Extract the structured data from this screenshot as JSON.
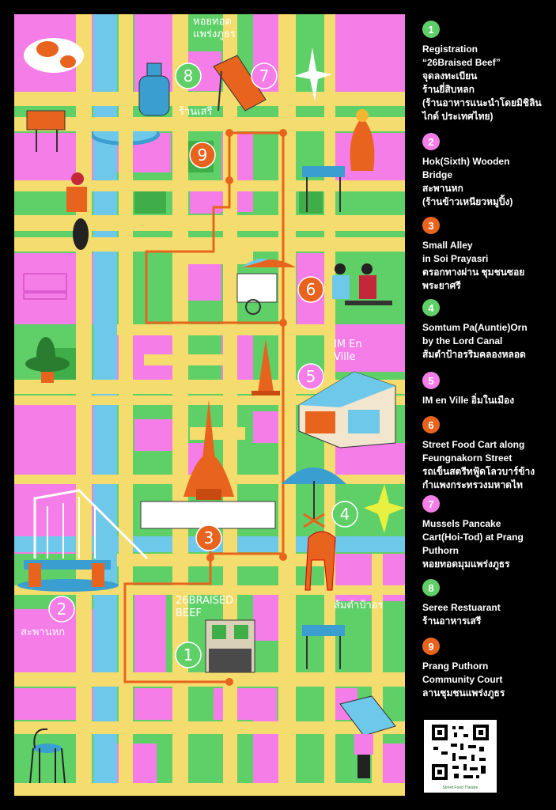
{
  "colors": {
    "green": "#5fd068",
    "pink": "#f57de8",
    "road": "#f5dc6e",
    "canal": "#6ec8ea",
    "route": "#e8641e",
    "black": "#000000"
  },
  "map_labels": {
    "hoitod": "หอยทอด\nแพร่งภูธร",
    "seree": "ร้านเสรี",
    "imenville": "IM En\nVille",
    "braised": "26BRAISED\nBEEF",
    "bridge": "สะพานหก",
    "somtum": "ส้มตำป้าอร"
  },
  "markers": [
    "1",
    "2",
    "3",
    "4",
    "5",
    "6",
    "7",
    "8",
    "9"
  ],
  "legend": [
    {
      "num": "1",
      "color": "#5fd068",
      "text": "Registration\n“26Braised Beef”\nจุดลงทะเบียน\n ร้านยี่สิบหลก\n(ร้านอาหารแนะนำโดยมิชิลิน\nไกด์ ประเทศไทย)"
    },
    {
      "num": "2",
      "color": "#f57de8",
      "text": "Hok(Sixth) Wooden\nBridge\nสะพานหก\n(ร้านข้าวเหนียวหมูปิ้ง)"
    },
    {
      "num": "3",
      "color": "#e8641e",
      "text": "Small Alley\nin Soi Prayasri\nตรอกทางผ่าน ชุมชนซอย\nพระยาศรี"
    },
    {
      "num": "4",
      "color": "#5fd068",
      "text": "Somtum Pa(Auntie)Orn\nby the Lord Canal\nส้มตำป้าอรริมคลองหลอด"
    },
    {
      "num": "5",
      "color": "#f57de8",
      "text": "IM en Ville  อิ่มในเมือง"
    },
    {
      "num": "6",
      "color": "#e8641e",
      "text": "Street Food Cart along\nFeungnakorn Street\nรถเข็นสตรีทฟู้ดโลวบาร์ข้าง\nกำแพงกระทรวงมหาดไท"
    },
    {
      "num": "7",
      "color": "#f57de8",
      "text": "Mussels Pancake\nCart(Hoi-Tod) at Prang\nPuthorn\nหอยทอดมุมแพร่งภูธร"
    },
    {
      "num": "8",
      "color": "#5fd068",
      "text": "Seree Restuarant\nร้านอาหารเสรี"
    },
    {
      "num": "9",
      "color": "#e8641e",
      "text": "Prang Puthorn\nCommunity Court\nลานชุมชนแพร่งภูธร"
    }
  ],
  "qr_caption": "Street Food Theatre"
}
